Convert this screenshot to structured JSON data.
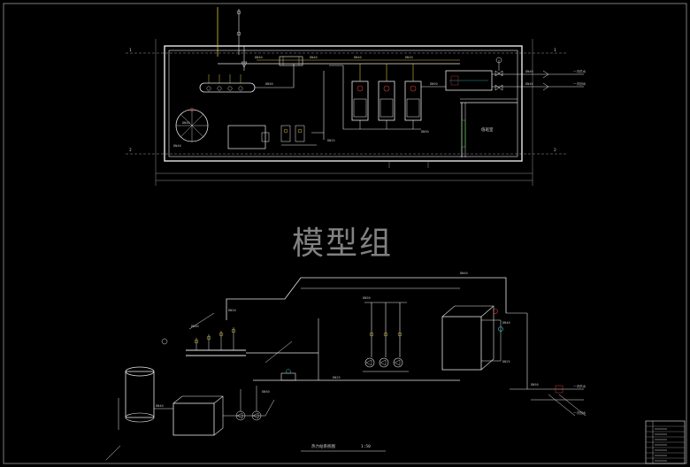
{
  "plan": {
    "room_label": "值班室",
    "pipe_labels": [
      "DN40",
      "DN40",
      "DN40",
      "DN20",
      "DN40",
      "DN50",
      "DN25",
      "DN50"
    ],
    "side_labels": [
      "DN40",
      "DN40"
    ]
  },
  "watermark": {
    "text": "模型组"
  },
  "system_view": {
    "pipe_labels": [
      "DN40",
      "DN40",
      "DN20",
      "DN25",
      "DN40",
      "DN50",
      "DN50",
      "DN40",
      "DN25",
      "DN50"
    ],
    "title": "热力站系统图",
    "scale": "1:50"
  },
  "colors": {
    "background": "#000000",
    "line": "#e8e8e8",
    "accent_yellow": "#d6c43a",
    "accent_red": "#d23a3a",
    "accent_cyan": "#3fbfd0",
    "accent_green": "#4fc04f"
  }
}
